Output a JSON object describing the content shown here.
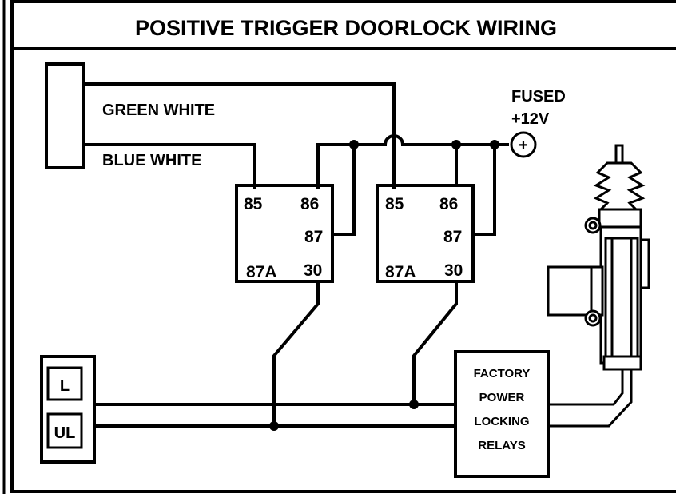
{
  "title": "POSITIVE TRIGGER DOORLOCK WIRING",
  "wires": {
    "green_white": "GREEN WHITE",
    "blue_white": "BLUE WHITE"
  },
  "power": {
    "line1": "FUSED",
    "line2": "+12V",
    "symbol": "+"
  },
  "relay_left": {
    "pin85": "85",
    "pin86": "86",
    "pin87": "87",
    "pin87a": "87A",
    "pin30": "30"
  },
  "relay_right": {
    "pin85": "85",
    "pin86": "86",
    "pin87": "87",
    "pin87a": "87A",
    "pin30": "30"
  },
  "switch": {
    "lock": "L",
    "unlock": "UL"
  },
  "factory_box": {
    "line1": "FACTORY",
    "line2": "POWER",
    "line3": "LOCKING",
    "line4": "RELAYS"
  },
  "icons": [
    "actuator-icon",
    "fuse-plus-icon"
  ]
}
